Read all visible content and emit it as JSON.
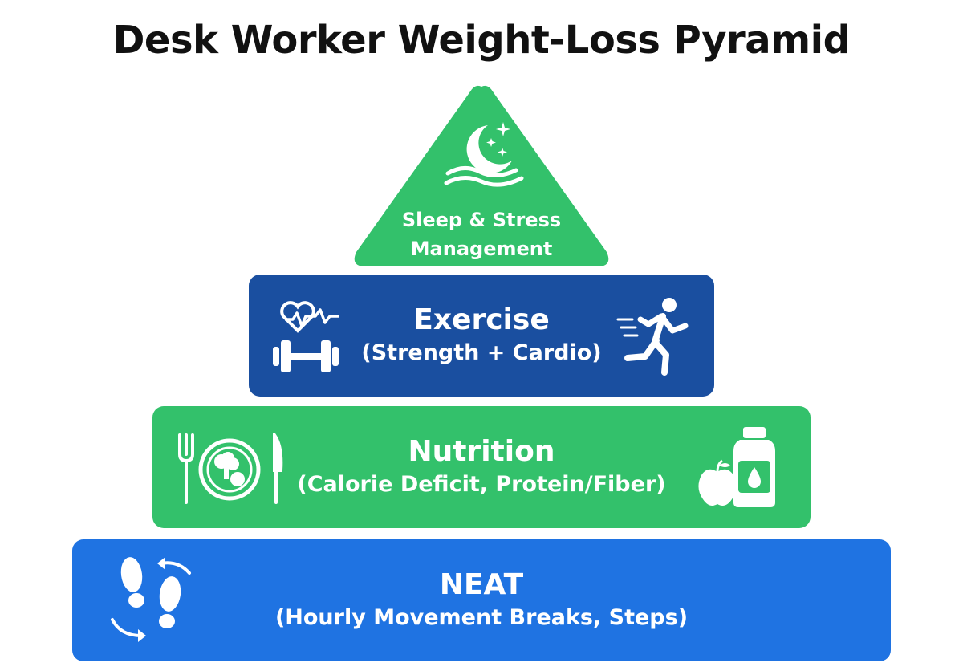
{
  "title": "Desk Worker Weight-Loss Pyramid",
  "colors": {
    "green": "#33c16b",
    "dark_blue": "#1a4fa0",
    "blue": "#1f73e2"
  },
  "tiers": [
    {
      "name": "Sleep & Stress",
      "name2": "Management",
      "icons": [
        "moon-icon",
        "waves-icon",
        "stars-icon"
      ]
    },
    {
      "name": "Exercise",
      "detail": "(Strength + Cardio)",
      "icons": [
        "heartbeat-icon",
        "dumbbell-icon",
        "runner-icon"
      ]
    },
    {
      "name": "Nutrition",
      "detail": "(Calorie Deficit, Protein/Fiber)",
      "icons": [
        "fork-icon",
        "plate-icon",
        "knife-icon",
        "apple-icon",
        "bottle-icon"
      ]
    },
    {
      "name": "NEAT",
      "detail": "(Hourly Movement Breaks, Steps)",
      "icons": [
        "footprints-icon"
      ]
    }
  ]
}
